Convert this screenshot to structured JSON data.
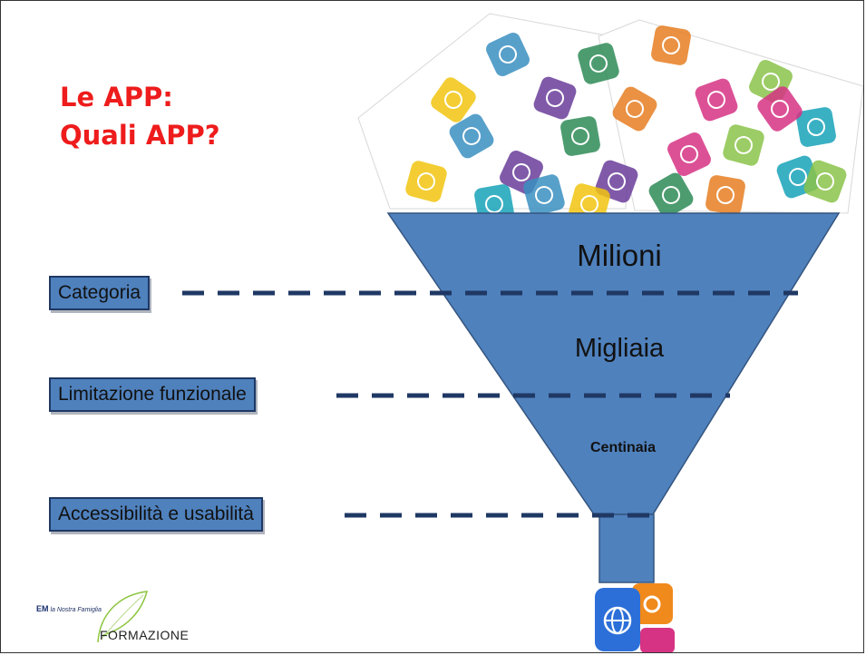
{
  "title": {
    "line1": "Le APP:",
    "line2": "Quali APP?"
  },
  "funnel": {
    "levels": [
      "Milioni",
      "Migliaia",
      "Centinaia"
    ]
  },
  "filters": [
    {
      "label": "Categoria"
    },
    {
      "label": "Limitazione funzionale"
    },
    {
      "label": "Accessibilità e usabilità"
    }
  ],
  "logo": {
    "small_text": "la Nostra Famiglia",
    "small_prefix": "EM",
    "main_text": "FORMAZIONE"
  },
  "colors": {
    "title": "#ee1c1c",
    "funnel_fill": "#4f81bd",
    "funnel_stroke": "#34557f",
    "dash": "#1f3864",
    "icon_palette": [
      "#3a8fc1",
      "#6a3d9a",
      "#2e8b57",
      "#e67e22",
      "#d63384",
      "#8bc34a",
      "#17a2b8",
      "#f1c40f"
    ]
  },
  "icons": {
    "top_scatter": "app-icons-scatter",
    "output": [
      "globe-icon",
      "gear-icon"
    ]
  }
}
